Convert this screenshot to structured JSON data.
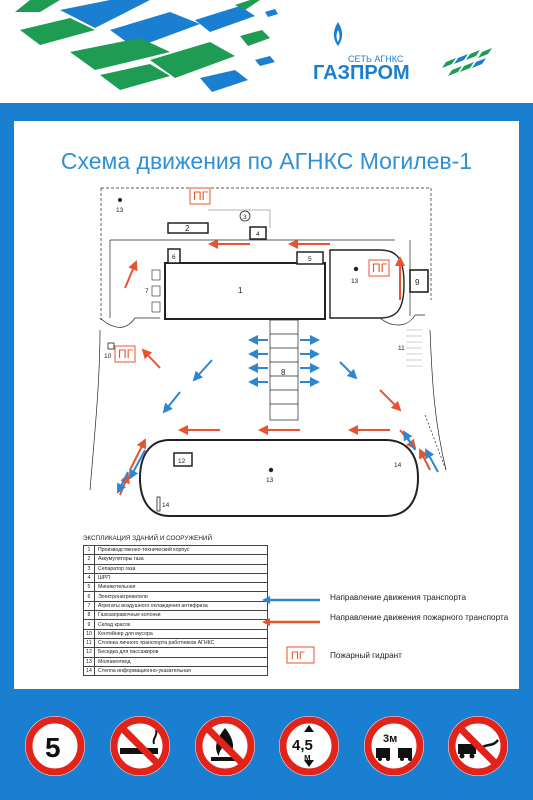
{
  "header": {
    "brand_line": "СЕТЬ АГНКС",
    "brand_name": "ГАЗПРОМ",
    "colors": {
      "green": "#1f9c53",
      "blue": "#1a7fd0"
    }
  },
  "title": "Схема движения по АГНКС Могилев-1",
  "plan": {
    "labels": {
      "l1": "1",
      "l2": "2",
      "l3": "3",
      "l4": "4",
      "l5": "5",
      "l6": "6",
      "l7": "7",
      "l8": "8",
      "l9": "9",
      "l10": "10",
      "l11": "11",
      "l12": "12",
      "l13a": "13",
      "l13b": "13",
      "l13c": "13",
      "l14a": "14",
      "l14b": "14"
    },
    "hydrant_label": "ПГ",
    "colors": {
      "transport": "#2e86d1",
      "fire": "#e8542f",
      "line": "#222222"
    }
  },
  "explication": {
    "title": "ЭКСПЛИКАЦИЯ ЗДАНИЙ И СООРУЖЕНИЙ",
    "rows": [
      {
        "n": "1",
        "name": "Производственно-технический корпус"
      },
      {
        "n": "2",
        "name": "Аккумуляторы газа"
      },
      {
        "n": "3",
        "name": "Сепаратор газа"
      },
      {
        "n": "4",
        "name": "ШРП"
      },
      {
        "n": "5",
        "name": "Миникотельная"
      },
      {
        "n": "6",
        "name": "Электронагреватели"
      },
      {
        "n": "7",
        "name": "Агрегаты воздушного охлаждения антифриза"
      },
      {
        "n": "8",
        "name": "Газозаправочные колонки"
      },
      {
        "n": "9",
        "name": "Склад красок"
      },
      {
        "n": "10",
        "name": "Контейнер для мусора"
      },
      {
        "n": "11",
        "name": "Стоянка личного транспорта работников АГНКС"
      },
      {
        "n": "12",
        "name": "Беседка для пассажиров"
      },
      {
        "n": "13",
        "name": "Молниеотвод"
      },
      {
        "n": "14",
        "name": "Стелла информационно-указательная"
      }
    ]
  },
  "key": {
    "transport": "Направление движения транспорта",
    "fire": "Направление движения пожарного транспорта",
    "hydrant": "Пожарный гидрант",
    "hydrant_label": "ПГ"
  },
  "signs": {
    "speed": "5",
    "height_value": "4,5",
    "height_unit": "м",
    "distance": "3м",
    "icons": [
      "speed-limit-sign-icon",
      "no-smoking-sign-icon",
      "no-open-fire-sign-icon",
      "height-limit-sign-icon",
      "min-distance-sign-icon",
      "no-towing-sign-icon"
    ]
  }
}
